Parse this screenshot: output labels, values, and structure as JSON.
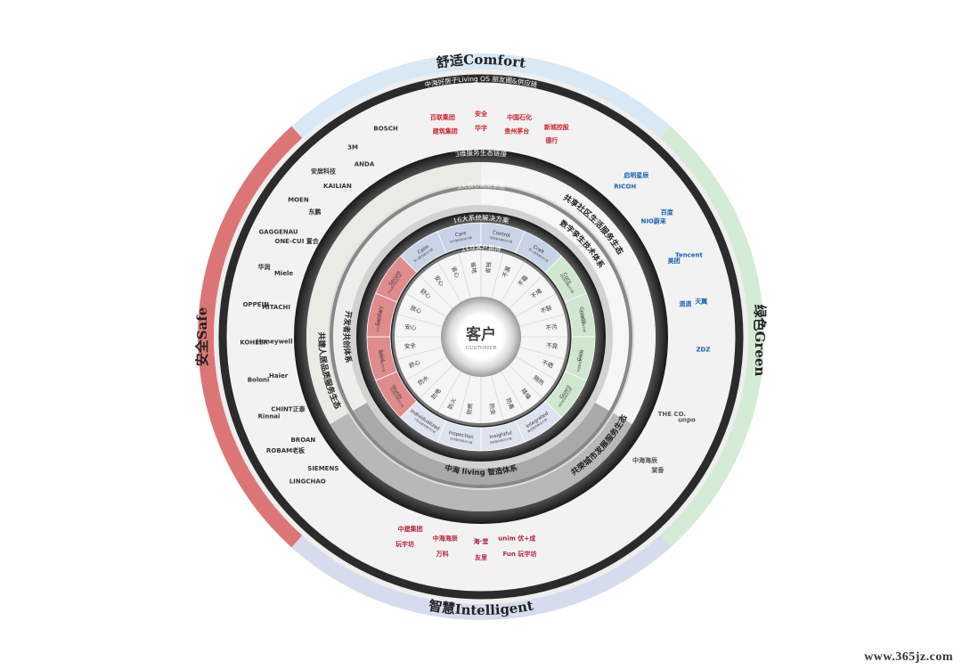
{
  "center": {
    "title": "客户",
    "subtitle": "CUSTOMER"
  },
  "outer_sectors": {
    "comfort": "舒适Comfort",
    "green": "绿色Green",
    "intelligent": "智慧Intelligent",
    "safe": "安全Safe"
  },
  "rings": {
    "os_label": "中海好房子Living OS 朋友圈&供应链",
    "services_label": "3维服务生态链接",
    "core_label": "3大核心赋能系统",
    "solutions_label": "16大系统解决方案",
    "cycles_label": "24项客户期待",
    "community": "共享社区生活服务生态",
    "digital": "数字孪生技术体系",
    "quality": "共建人居品质服务生态",
    "codev": "开发者共创体系",
    "city": "共荣城市发展服务生态",
    "living": "中海 living 智造体系"
  },
  "solutions": [
    {
      "en": "Calm",
      "zh": "安心服务解决方案"
    },
    {
      "en": "Care",
      "zh": "关怀服务解决方案"
    },
    {
      "en": "Control",
      "zh": "智控服务解决方案"
    },
    {
      "en": "Craft",
      "zh": "匠心服务解决方案"
    },
    {
      "en": "Cozy",
      "zh": "舒适服务解决方案"
    },
    {
      "en": "Growth",
      "zh": "成长服务解决方案"
    },
    {
      "en": "Gain",
      "zh": "节能服务解决方案"
    },
    {
      "en": "Guard",
      "zh": "守护服务解决方案"
    },
    {
      "en": "Integrated",
      "zh": "集成服务解决方案"
    },
    {
      "en": "Insightful",
      "zh": "洞察服务解决方案"
    },
    {
      "en": "Inspection",
      "zh": "检测服务解决方案"
    },
    {
      "en": "Individualized",
      "zh": "个性化服务解决方案"
    },
    {
      "en": "Sturdy",
      "zh": "坚固服务解决方案"
    },
    {
      "en": "Solid",
      "zh": "稳固服务解决方案"
    },
    {
      "en": "Sanitary",
      "zh": "卫生服务解决方案"
    },
    {
      "en": "Secure",
      "zh": "安全服务解决方案"
    }
  ],
  "expectations": [
    "省钱",
    "不漏",
    "不霜",
    "不堵",
    "不裂",
    "不污",
    "不晃",
    "不晒",
    "隔热",
    "降噪",
    "防毒",
    "防虫",
    "防病",
    "防火",
    "防电",
    "防水",
    "舒心",
    "安全",
    "安心",
    "放心",
    "舒心",
    "安心",
    "省心",
    "省地"
  ],
  "partners": {
    "comfort": [
      "百联集团",
      "建筑集团",
      "安全",
      "华宇",
      "中国石化",
      "贵州茅台",
      "新城控股",
      "德行"
    ],
    "green": [
      "启明星辰",
      "RICOH",
      "百度",
      "NIO蔚来",
      "Tencent",
      "美团",
      "天翼",
      "滴滴",
      "ZDZ"
    ],
    "intelligent": [
      "Fun 玩宇坊",
      "unim 优+成",
      "友里",
      "海·堂",
      "万科",
      "中海海辰",
      "玩宇坊",
      "中建集团"
    ],
    "city": [
      "unpo",
      "THE CO.",
      "棠香",
      "中海海辰"
    ],
    "safe": [
      "LINGCHAO",
      "SIEMENS",
      "ROBAM老板",
      "BROAN",
      "Rinnai",
      "CHINT正泰",
      "Boloni",
      "Haier",
      "KOHLER",
      "Honeywell",
      "OPPEIN",
      "HITACHI",
      "华润",
      "Miele",
      "GAGGENAU",
      "ONE-CUI 置合",
      "MOEN",
      "东鹏",
      "安居科技",
      "KAILIAN",
      "3M",
      "ANDA",
      "BOSCH"
    ]
  },
  "watermark": "www.365jz.com"
}
